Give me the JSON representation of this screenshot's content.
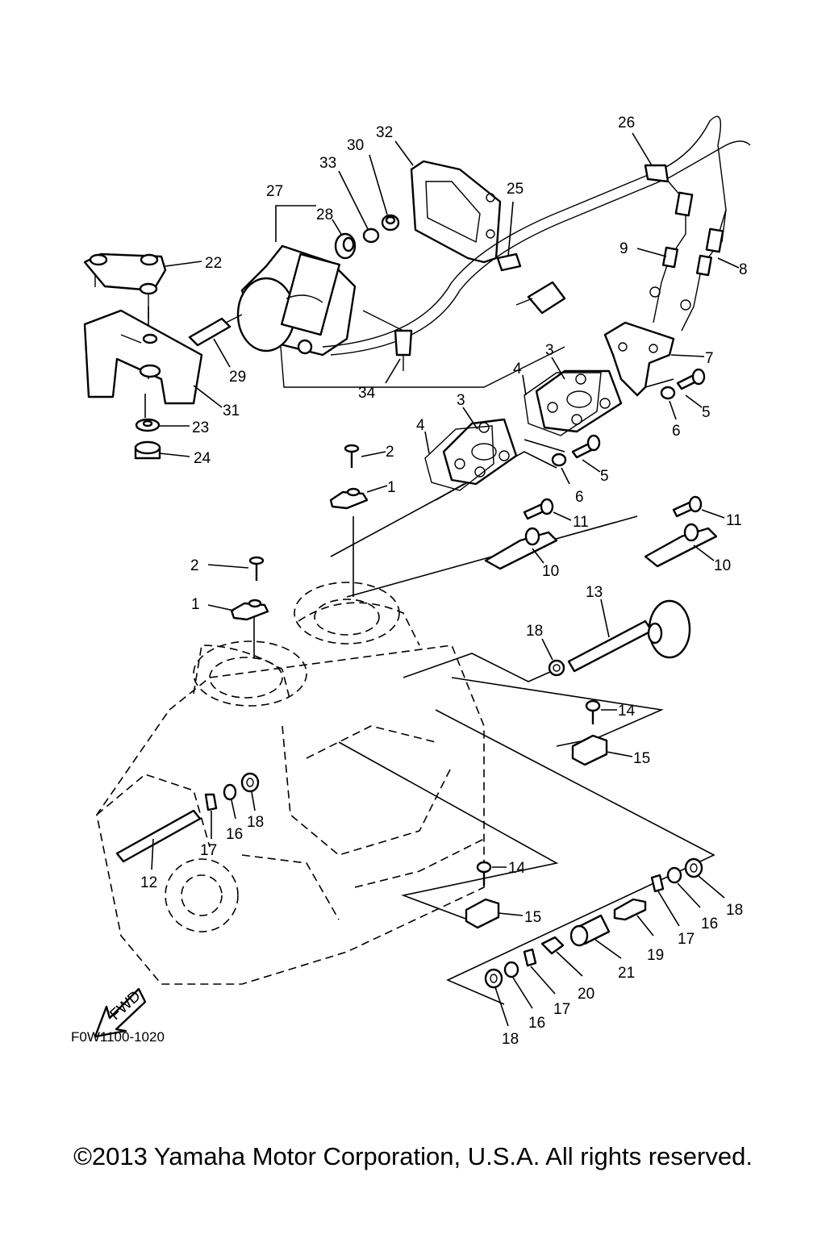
{
  "diagram": {
    "callouts": [
      "1",
      "2",
      "3",
      "4",
      "5",
      "6",
      "7",
      "8",
      "9",
      "10",
      "11",
      "12",
      "13",
      "14",
      "15",
      "16",
      "17",
      "18",
      "19",
      "20",
      "21",
      "22",
      "23",
      "24",
      "25",
      "26",
      "27",
      "28",
      "29",
      "30",
      "31",
      "32",
      "33",
      "34"
    ],
    "fwd_label": "FWD",
    "figure_code": "F0W1100-1020"
  },
  "footer": {
    "copyright": "©2013 Yamaha Motor Corporation, U.S.A. All rights reserved."
  }
}
